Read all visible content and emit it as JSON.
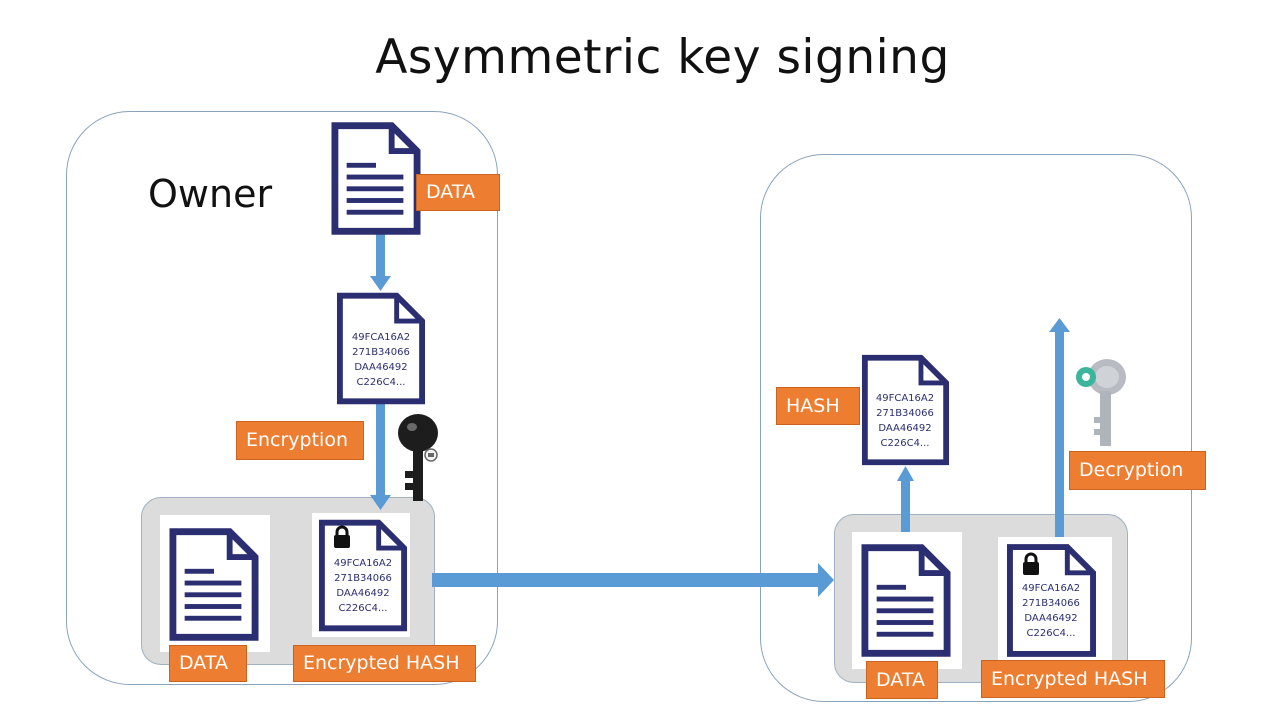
{
  "title": "Asymmetric key signing",
  "owner_label": "Owner",
  "labels": {
    "data_top": "DATA",
    "encryption": "Encryption",
    "data_left": "DATA",
    "encrypted_hash_left": "Encrypted HASH",
    "hash_right": "HASH",
    "decryption": "Decryption",
    "data_right": "DATA",
    "encrypted_hash_right": "Encrypted HASH"
  },
  "hash_lines": [
    "49FCA16A2",
    "271B34066",
    "DAA46492",
    "C226C4..."
  ],
  "colors": {
    "label_bg": "#ed7d31",
    "arrow": "#5b9bd5",
    "doc_outline": "#2b2f72",
    "panel_border": "#8aa3bd",
    "tray_bg": "#dcdcdc"
  },
  "icons": {
    "private_key": "black-key-icon",
    "public_key": "gray-key-icon",
    "lock": "padlock-icon"
  }
}
